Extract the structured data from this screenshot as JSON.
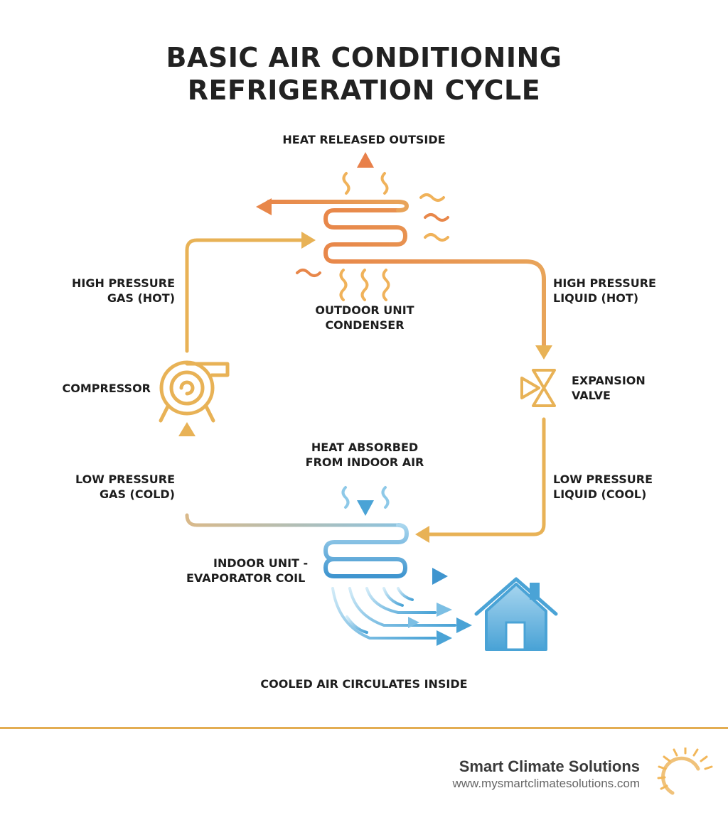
{
  "title": {
    "line1": "BASIC AIR CONDITIONING",
    "line2": "REFRIGERATION CYCLE"
  },
  "labels": {
    "heat_released": "HEAT RELEASED OUTSIDE",
    "condenser_line1": "OUTDOOR UNIT",
    "condenser_line2": "CONDENSER",
    "hp_gas_line1": "HIGH PRESSURE",
    "hp_gas_line2": "GAS (HOT)",
    "hp_liquid_line1": "HIGH PRESSURE",
    "hp_liquid_line2": "LIQUID (HOT)",
    "compressor": "COMPRESSOR",
    "expansion_line1": "EXPANSION",
    "expansion_line2": "VALVE",
    "heat_absorbed_line1": "HEAT ABSORBED",
    "heat_absorbed_line2": "FROM INDOOR AIR",
    "lp_gas_line1": "LOW PRESSURE",
    "lp_gas_line2": "GAS (COLD)",
    "lp_liquid_line1": "LOW PRESSURE",
    "lp_liquid_line2": "LIQUID (COOL)",
    "evaporator_line1": "INDOOR UNIT -",
    "evaporator_line2": "EVAPORATOR COIL",
    "cooled_air": "COOLED AIR CIRCULATES INSIDE"
  },
  "footer": {
    "brand_name": "Smart Climate Solutions",
    "brand_url": "www.mysmartclimatesolutions.com"
  },
  "colors": {
    "warm_pipe": "#e8b256",
    "hot_orange": "#e8874a",
    "cool_blue": "#4aa3d6",
    "light_blue": "#a9d6ee",
    "divider": "#e3ad52"
  }
}
